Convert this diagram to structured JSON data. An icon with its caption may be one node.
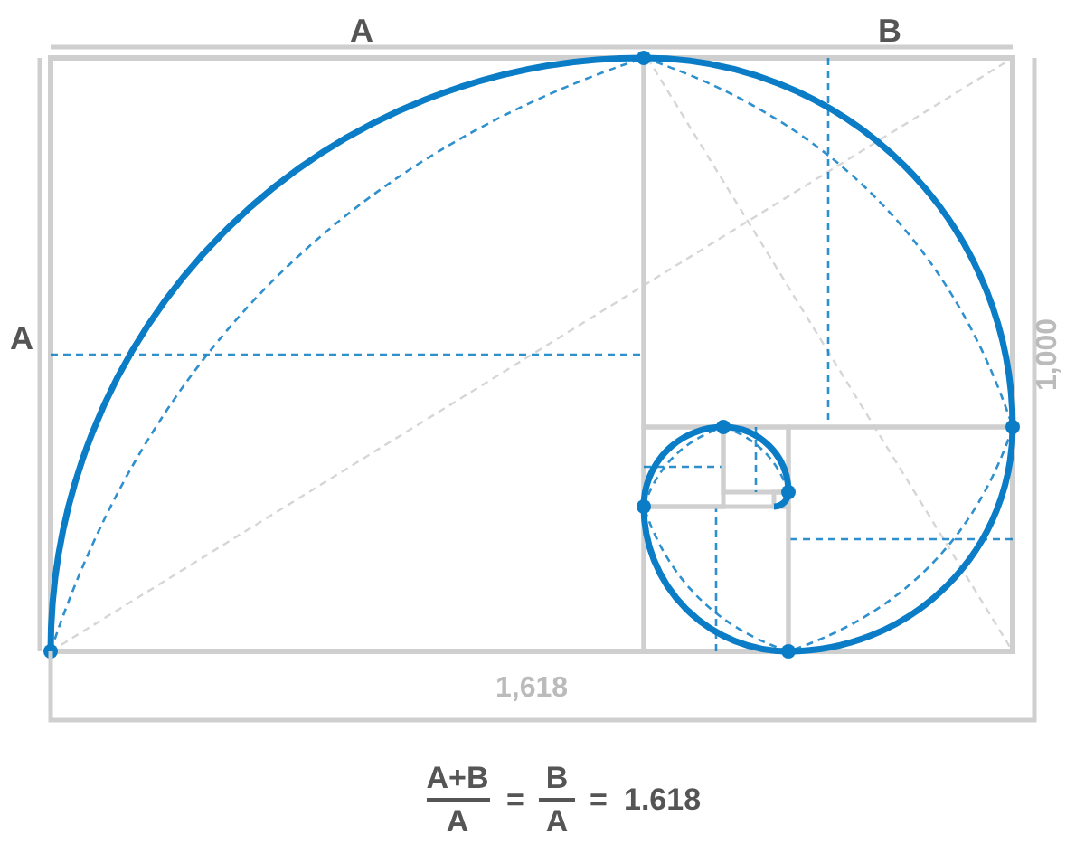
{
  "diagram": {
    "labels": [
      "A",
      "B",
      "A",
      "1,000",
      "1,618",
      "A+B",
      "A",
      "=",
      "B",
      "A",
      "=",
      "1.618"
    ]
  }
}
